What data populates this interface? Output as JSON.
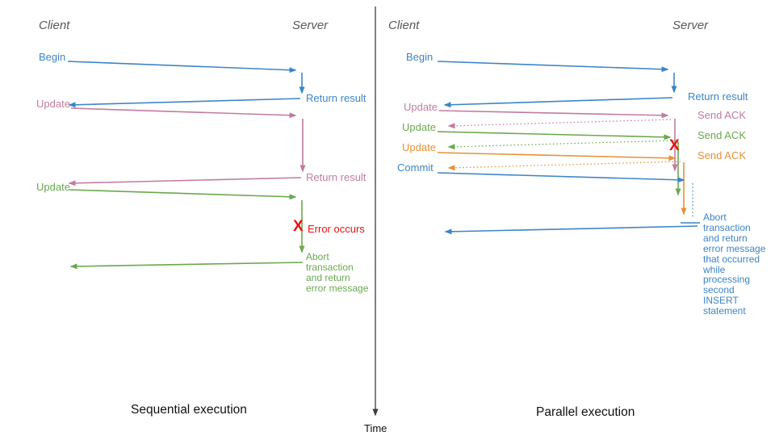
{
  "colors": {
    "blue": "#3d85c6",
    "pink": "#c27ba0",
    "green": "#6aa84f",
    "orange": "#e69138",
    "red": "#e81212",
    "gray": "#595959",
    "black": "#111111",
    "axis": "#3c3c3c"
  },
  "left": {
    "client_header": "Client",
    "server_header": "Server",
    "caption": "Sequential execution",
    "begin": "Begin",
    "return_result_1": "Return result",
    "update_1": "Update",
    "return_result_2": "Return result",
    "update_2": "Update",
    "error_marker": "X",
    "error_label": "Error occurs",
    "abort_text": "Abort\ntransaction\nand return\nerror message"
  },
  "right": {
    "client_header": "Client",
    "server_header": "Server",
    "caption": "Parallel execution",
    "begin": "Begin",
    "return_result": "Return result",
    "update_1": "Update",
    "send_ack_1": "Send ACK",
    "update_2": "Update",
    "send_ack_2": "Send ACK",
    "update_3": "Update",
    "send_ack_3": "Send ACK",
    "commit": "Commit",
    "error_marker": "X",
    "abort_text": "Abort\ntransaction\nand return\nerror message\nthat occurred\nwhile\nprocessing\nsecond\nINSERT\nstatement"
  },
  "time_axis": {
    "label": "Time"
  }
}
